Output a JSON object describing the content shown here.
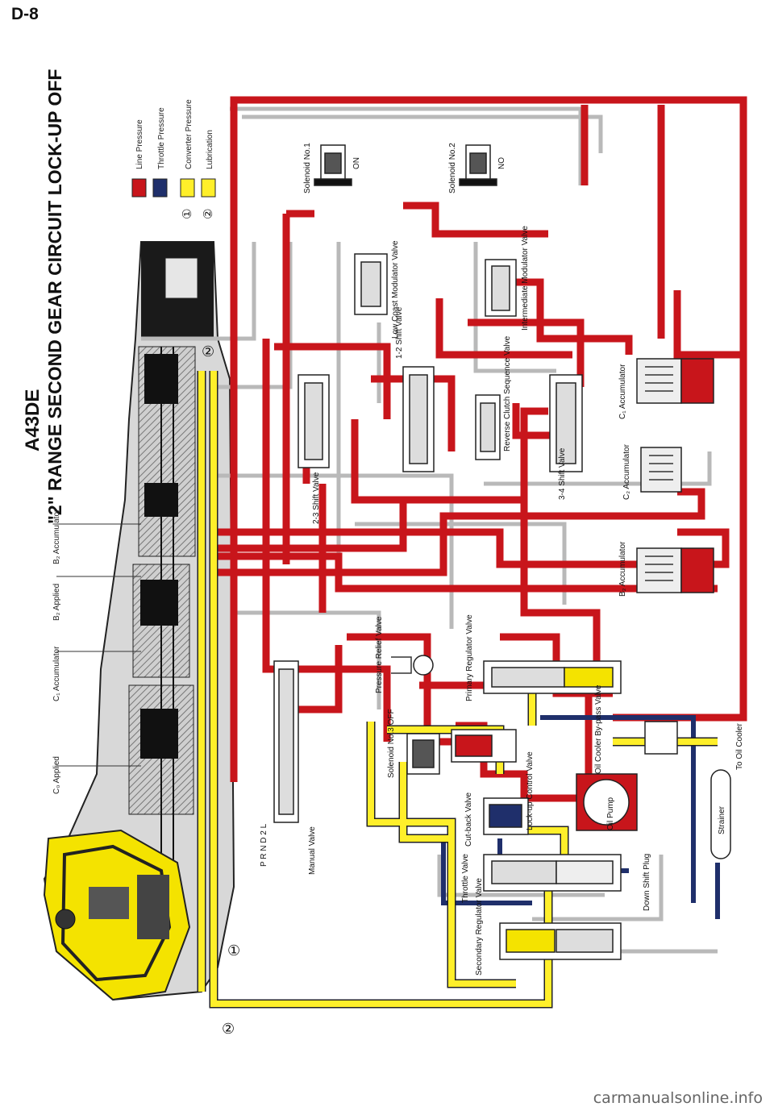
{
  "page": {
    "number": "D-8",
    "title_model": "A43DE",
    "title_main": "\"2\" RANGE SECOND GEAR CIRCUIT LOCK-UP OFF",
    "watermark": "carmanualsonline.info"
  },
  "legend": [
    {
      "marker": "",
      "label": "Line Pressure",
      "color": "#c8151b"
    },
    {
      "marker": "",
      "label": "Throttle Pressure",
      "color": "#1f2f6b"
    },
    {
      "marker": "①",
      "label": "Converter Pressure",
      "color": "#ffef2a"
    },
    {
      "marker": "②",
      "label": "Lubrication",
      "color": "#ffef2a"
    }
  ],
  "callouts": {
    "b2_accumulator": "B₂ Accumulator",
    "b2_applied": "B₂ Applied",
    "c1_accumulator_top": "C₁ Accumulator",
    "c0_applied": "C₀ Applied"
  },
  "circle_marks": {
    "one": "①",
    "two": "②"
  },
  "components": {
    "solenoid1": {
      "name": "Solenoid No.1",
      "state": "ON"
    },
    "solenoid2": {
      "name": "Solenoid No.2",
      "state": "NO"
    },
    "solenoid3": "Solenoid No.3 OFF",
    "low_coast": "Low Coast Modulator Valve",
    "intermediate_modulator": "Intermediate Modulator Valve",
    "shift_12": "1-2 Shift Valve",
    "shift_23": "2-3 Shift Valve",
    "shift_34": "3-4 Shift Valve",
    "reverse_clutch": "Reverse Clutch Sequence Valve",
    "c2_accumulator": "C₂ Accumulator",
    "c1_accumulator": "C₁ Accumulator",
    "b2_accumulator_side": "B₂ Accumulator",
    "pressure_relief": "Pressure Relief Valve",
    "primary_regulator": "Primary Regulator Valve",
    "oil_cooler_bypass": "Oil Cooler By-pass Valve",
    "to_oil_cooler": "To Oil Cooler",
    "oil_pump": "Oil Pump",
    "strainer": "Strainer",
    "lockup_control": "Lock-up Control Valve",
    "cutback": "Cut-back Valve",
    "throttle_valve": "Throttle Valve",
    "downshift_plug": "Down Shift Plug",
    "secondary_regulator": "Secondary Regulator Valve",
    "manual_valve": "Manual Valve",
    "manual_positions": "P R N D 2 L"
  }
}
